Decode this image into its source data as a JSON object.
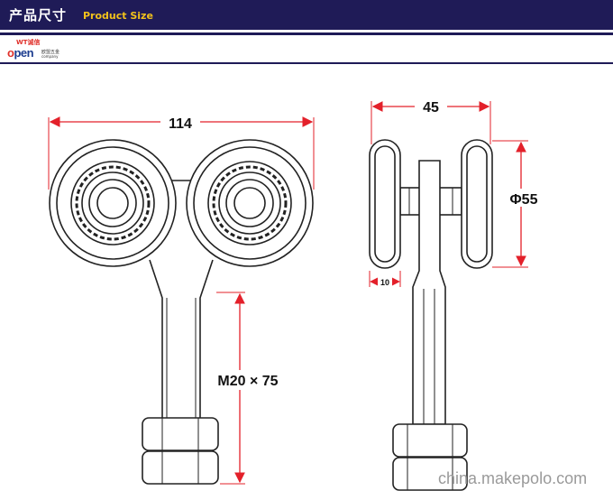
{
  "header": {
    "title_cn": "产品尺寸",
    "title_en": "Product Size"
  },
  "logo": {
    "top_text": "WT诚信",
    "main_o": "o",
    "main_rest": "pen",
    "sub_text": "欧盟五金",
    "sub_text2": "company"
  },
  "dimensions": {
    "width": "114",
    "wheel_gap": "45",
    "diameter": "Φ55",
    "wheel_thickness": "10",
    "thread": "M20 × 75"
  },
  "colors": {
    "header_bg": "#1f1b57",
    "header_en": "#f2c21b",
    "arrow": "#e3202a",
    "line": "#222222"
  },
  "watermark": "china.makepolo.com"
}
